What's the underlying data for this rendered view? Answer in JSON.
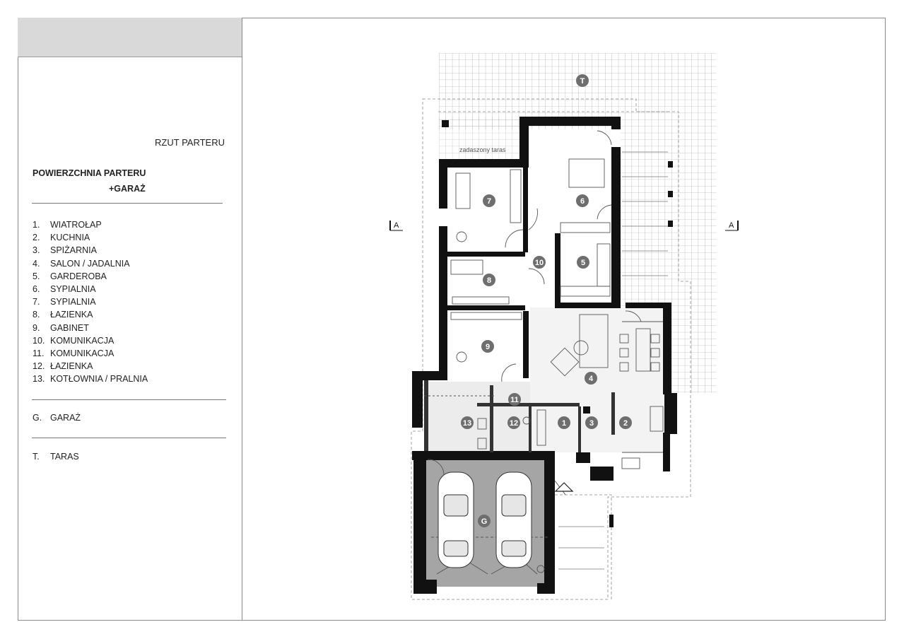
{
  "sheet": {
    "subtitle": "RZUT PARTERU",
    "area_title": "POWIERZCHNIA PARTERU",
    "area_subtitle": "+GARAŻ"
  },
  "legend": {
    "rooms": [
      {
        "num": "1.",
        "name": "WIATROŁAP"
      },
      {
        "num": "2.",
        "name": "KUCHNIA"
      },
      {
        "num": "3.",
        "name": "SPIŻARNIA"
      },
      {
        "num": "4.",
        "name": "SALON / JADALNIA"
      },
      {
        "num": "5.",
        "name": "GARDEROBA"
      },
      {
        "num": "6.",
        "name": "SYPIALNIA"
      },
      {
        "num": "7.",
        "name": "SYPIALNIA"
      },
      {
        "num": "8.",
        "name": "ŁAZIENKA"
      },
      {
        "num": "9.",
        "name": "GABINET"
      },
      {
        "num": "10.",
        "name": "KOMUNIKACJA"
      },
      {
        "num": "11.",
        "name": "KOMUNIKACJA"
      },
      {
        "num": "12.",
        "name": "ŁAZIENKA"
      },
      {
        "num": "13.",
        "name": "KOTŁOWNIA / PRALNIA"
      }
    ],
    "garage": {
      "num": "G.",
      "name": "GARAŻ"
    },
    "terrace": {
      "num": "T.",
      "name": "TARAS"
    }
  },
  "plan": {
    "covered_terrace_label": "zadaszony taras",
    "section_mark": "A",
    "room_markers": [
      "1",
      "2",
      "3",
      "4",
      "5",
      "6",
      "7",
      "8",
      "9",
      "10",
      "11",
      "12",
      "13",
      "G",
      "T"
    ]
  }
}
